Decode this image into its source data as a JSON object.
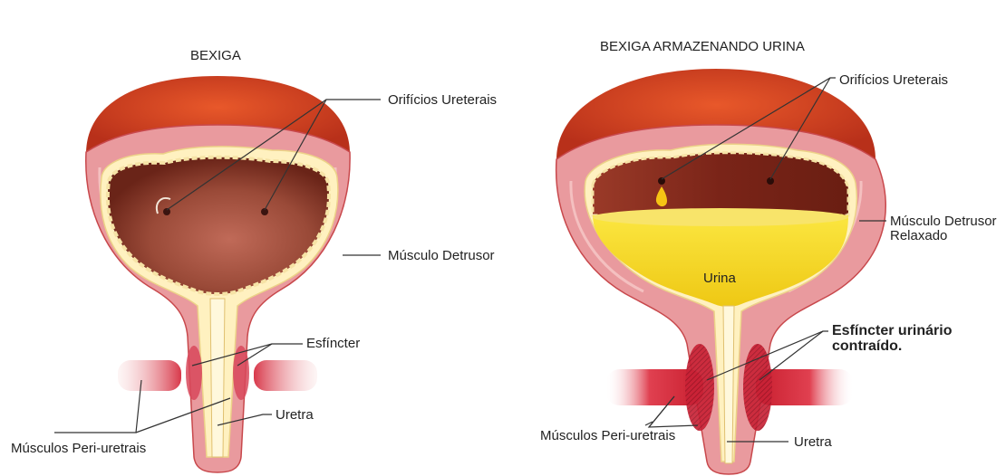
{
  "left_panel": {
    "title": "BEXIGA",
    "labels": {
      "orifices": "Orifícios Ureterais",
      "detrusor": "Músculo Detrusor",
      "sphincter": "Esfíncter",
      "urethra": "Uretra",
      "periurethral": "Músculos Peri-uretrais"
    }
  },
  "right_panel": {
    "title": "BEXIGA ARMAZENANDO URINA",
    "labels": {
      "orifices": "Orifícios Ureterais",
      "detrusor_line1": "Músculo Detrusor",
      "detrusor_line2": "Relaxado",
      "urine": "Urina",
      "sphincter_line1": "Esfíncter urinário",
      "sphincter_line2": "contraído.",
      "periurethral": "Músculos Peri-uretrais",
      "urethra": "Uretra"
    }
  },
  "colors": {
    "dome": "#c8381a",
    "wall": "#e8a0a0",
    "lining": "#fff4c8",
    "cavity": "#7a2a1a",
    "urine": "#f2d21e",
    "muscle": "#d8283a"
  }
}
